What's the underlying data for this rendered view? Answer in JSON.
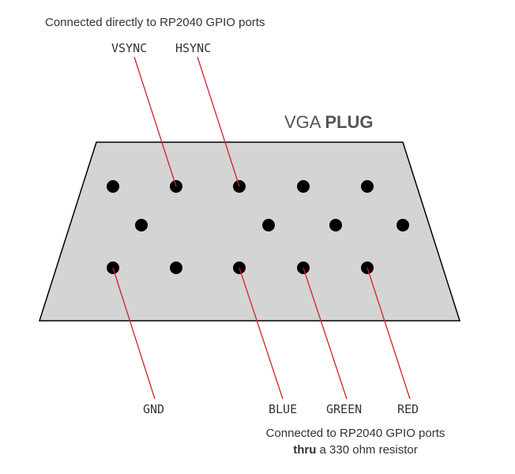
{
  "top_note": "Connected directly to RP2040 GPIO ports",
  "connector_title": {
    "normal": "VGA ",
    "bold": "PLUG"
  },
  "pin_labels": {
    "vsync": "VSYNC",
    "hsync": "HSYNC",
    "gnd": "GND",
    "blue": "BLUE",
    "green": "GREEN",
    "red": "RED"
  },
  "bottom_note": {
    "line1": "Connected to RP2040 GPIO ports",
    "line2_bold": "thru",
    "line2_rest": " a 330 ohm resistor"
  },
  "colors": {
    "connector_fill": "#d4d4d4",
    "connector_stroke": "#000000",
    "pin": "#000000",
    "leader_line": "#d0202a",
    "text": "#333333",
    "title": "#555555"
  }
}
